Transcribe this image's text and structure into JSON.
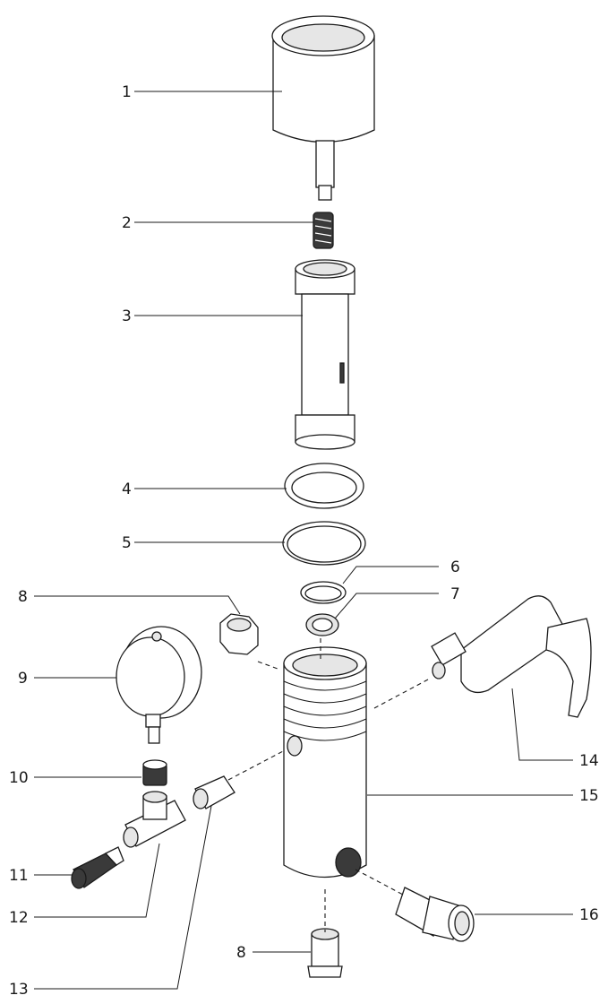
{
  "callouts": [
    {
      "id": "1",
      "text": "1"
    },
    {
      "id": "2",
      "text": "2"
    },
    {
      "id": "3",
      "text": "3"
    },
    {
      "id": "4",
      "text": "4"
    },
    {
      "id": "5",
      "text": "5"
    },
    {
      "id": "6",
      "text": "6"
    },
    {
      "id": "7",
      "text": "7"
    },
    {
      "id": "8a",
      "text": "8"
    },
    {
      "id": "9",
      "text": "9"
    },
    {
      "id": "10",
      "text": "10"
    },
    {
      "id": "11",
      "text": "11"
    },
    {
      "id": "12",
      "text": "12"
    },
    {
      "id": "13",
      "text": "13"
    },
    {
      "id": "14",
      "text": "14"
    },
    {
      "id": "15",
      "text": "15"
    },
    {
      "id": "16",
      "text": "16"
    },
    {
      "id": "8b",
      "text": "8"
    }
  ]
}
